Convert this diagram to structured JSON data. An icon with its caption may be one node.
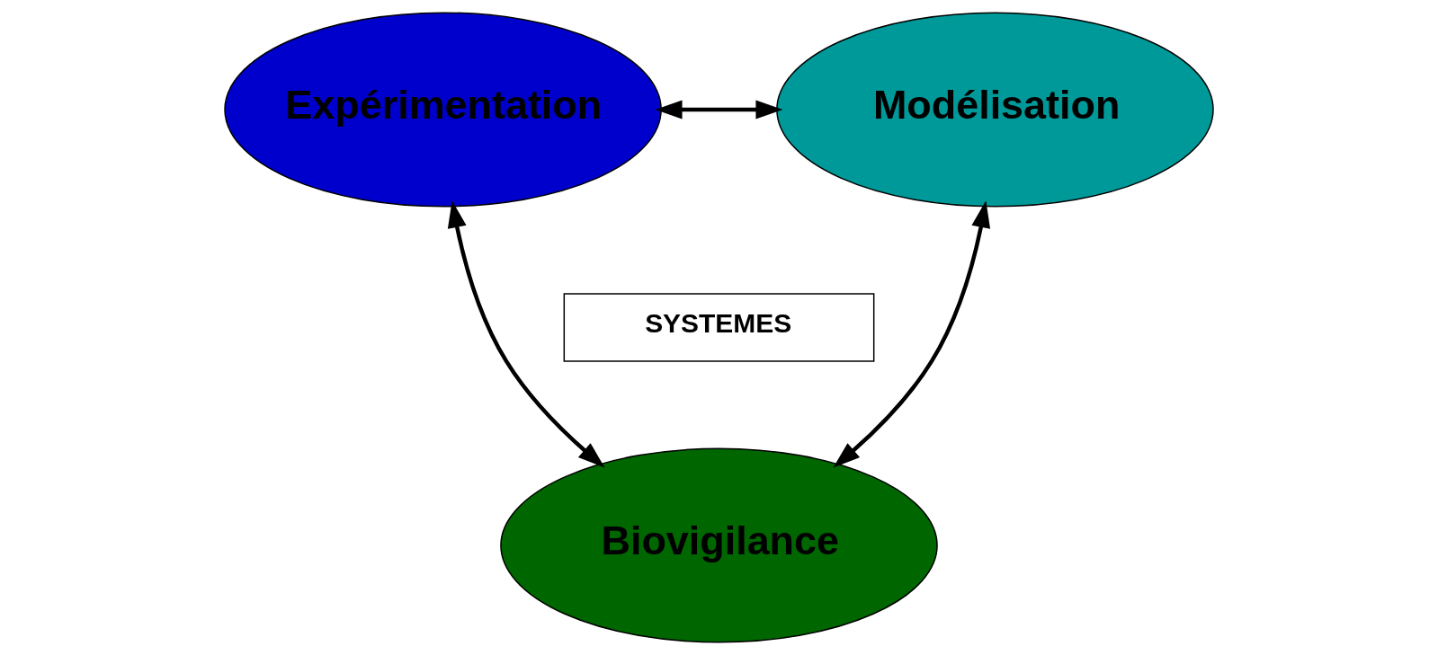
{
  "diagram": {
    "nodes": [
      {
        "text": [
          "Expérimentation"
        ]
      },
      {
        "text": [
          "Modélisation"
        ]
      },
      {
        "text": [
          "Biovigilance"
        ]
      },
      {
        "text": [
          "SYSTEMES"
        ]
      }
    ],
    "edges": [
      {
        "from": 0,
        "to": 1,
        "arrow": "both"
      },
      {
        "from": 0,
        "to": 2,
        "arrow": "both"
      },
      {
        "from": 1,
        "to": 2,
        "arrow": "both"
      }
    ]
  }
}
